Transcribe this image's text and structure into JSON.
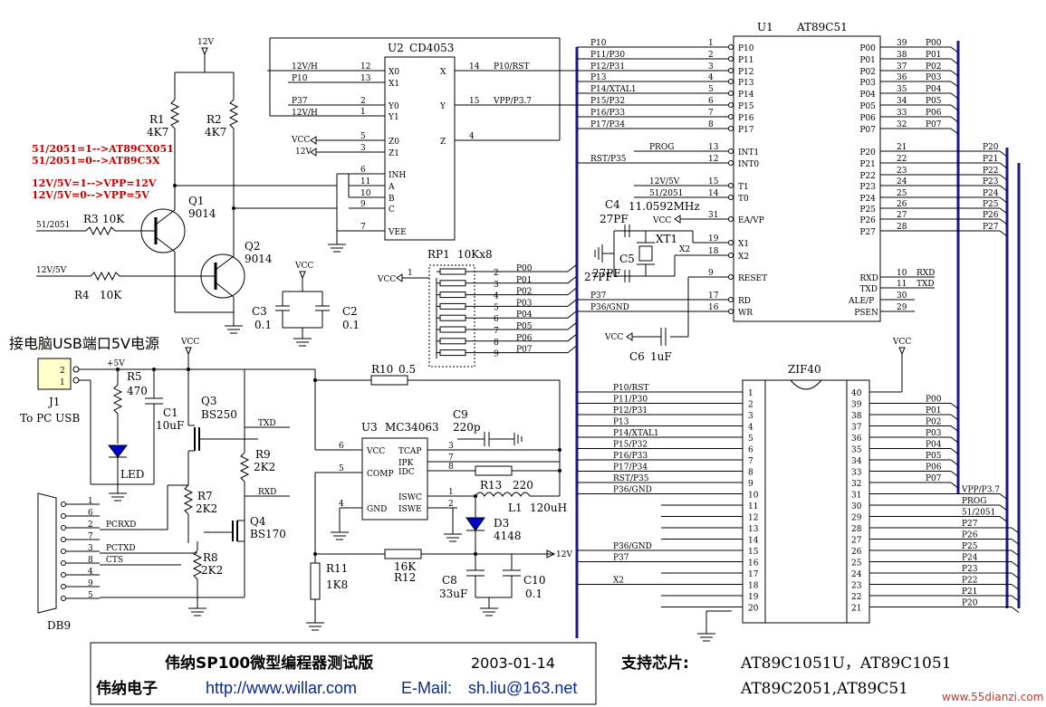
{
  "title": {
    "main": "伟纳SP100微型编程器测试版",
    "date": "2003-01-14",
    "company": "伟纳电子",
    "url": "http://www.willar.com",
    "email_label": "E-Mail:",
    "email": "sh.liu@163.net"
  },
  "support": {
    "label": "支持芯片:",
    "line1": "AT89C1051U，AT89C1051",
    "line2": "AT89C2051,AT89C51"
  },
  "watermark": "www.55dianzi.com",
  "notes": {
    "n1": "51/2051=1-->AT89CX051",
    "n2": "51/2051=0-->AT89C5X",
    "n3": "12V/5V=1-->VPP=12V",
    "n4": "12V/5V=0-->VPP=5V"
  },
  "usb": {
    "caption": "接电脑USB端口5V电源",
    "j1": "J1",
    "to_pc": "To PC USB",
    "pin2": "2",
    "pin1": "1"
  },
  "power": {
    "v12": "12V",
    "vcc": "VCC",
    "plus5": "+5V"
  },
  "parts": {
    "R1": "R1",
    "R1v": "4K7",
    "R2": "R2",
    "R2v": "4K7",
    "Q1": "Q1",
    "Q1v": "9014",
    "Q2": "Q2",
    "Q2v": "9014",
    "R3": "R3",
    "R3v": "10K",
    "R4": "R4",
    "R4v": "10K",
    "C3": "C3",
    "C3v": "0.1",
    "C2": "C2",
    "C2v": "0.1",
    "R5": "R5",
    "R5v": "470",
    "C1": "C1",
    "C1v": "10uF",
    "LED": "LED",
    "Q3": "Q3",
    "Q3v": "BS250",
    "R9": "R9",
    "R9v": "2K2",
    "R7": "R7",
    "R7v": "2K2",
    "R8": "R8",
    "R8v": "2K2",
    "Q4": "Q4",
    "Q4v": "BS170",
    "DB9": "DB9",
    "R10": "R10",
    "R10v": "0.5",
    "U3": "U3",
    "U3v": "MC34063",
    "C9": "C9",
    "C9v": "220p",
    "R13": "R13",
    "R13v": "220",
    "L1": "L1",
    "L1v": "120uH",
    "D3": "D3",
    "D3v": "4148",
    "R11": "R11",
    "R11v": "1K8",
    "R12": "R12",
    "R12v": "16K",
    "C8": "C8",
    "C8v": "33uF",
    "C10": "C10",
    "C10v": "0.1",
    "U2": "U2",
    "U2v": "CD4053",
    "RP1": "RP1",
    "RP1v": "10Kx8",
    "C4": "C4",
    "C4v": "27PF",
    "C5": "C5",
    "C5v": "27PF",
    "XT1": "XT1",
    "XTv": "11.0592MHz",
    "C6": "C6",
    "C6v": "1uF",
    "U1": "U1",
    "U1v": "AT89C51",
    "ZIF": "ZIF40"
  },
  "nets": {
    "v12h": "12V/H",
    "p10": "P10",
    "p37": "P37",
    "p10rst": "P10/RST",
    "vppp37": "VPP/P3.7",
    "s512051": "51/2051",
    "s12v5v": "12V/5V",
    "txd": "TXD",
    "rxd": "RXD",
    "pcrxd": "PCRXD",
    "pctxd": "PCTXD",
    "cts": "CTS",
    "p36gnd": "P36/GND",
    "prog": "PROG",
    "rstp35": "RST/P35",
    "x2": "X2",
    "plus12v": "+12V",
    "vpp": "VPP/P3.7"
  },
  "cd4053": {
    "left": [
      [
        "X0",
        "12"
      ],
      [
        "X1",
        "13"
      ],
      [
        "Y0",
        "2"
      ],
      [
        "Y1",
        "1"
      ],
      [
        "Z0",
        "5"
      ],
      [
        "Z1",
        "3"
      ],
      [
        "INH",
        "6"
      ],
      [
        "A",
        "11"
      ],
      [
        "B",
        "10"
      ],
      [
        "C",
        "9"
      ],
      [
        "VEE",
        "7"
      ]
    ],
    "right": [
      [
        "X",
        "14"
      ],
      [
        "Y",
        "15"
      ],
      [
        "Z",
        "4"
      ]
    ]
  },
  "mc34063": {
    "left": [
      [
        "VCC",
        "6"
      ],
      [
        "COMP",
        "5"
      ],
      [
        "GND",
        "4"
      ]
    ],
    "right": [
      [
        "TCAP",
        "3"
      ],
      [
        "IPK",
        "7"
      ],
      [
        "IDC",
        "8"
      ],
      [
        "ISWC",
        "1"
      ],
      [
        "ISWE",
        "2"
      ]
    ]
  },
  "at89c51": {
    "left": [
      [
        "P10",
        "1",
        "P10"
      ],
      [
        "P11",
        "2",
        "P11/P30"
      ],
      [
        "P12",
        "3",
        "P12/P31"
      ],
      [
        "P13",
        "4",
        "P13"
      ],
      [
        "P14",
        "5",
        "P14/XTAL1"
      ],
      [
        "P15",
        "6",
        "P15/P32"
      ],
      [
        "P16",
        "7",
        "P16/P33"
      ],
      [
        "P17",
        "8",
        "P17/P34"
      ],
      [
        "INT1",
        "13",
        "PROG"
      ],
      [
        "INT0",
        "12",
        "RST/P35"
      ],
      [
        "T1",
        "15",
        "12V/5V"
      ],
      [
        "T0",
        "14",
        "51/2051"
      ],
      [
        "EA/VP",
        "31",
        "VCC"
      ],
      [
        "X1",
        "19",
        ""
      ],
      [
        "X2",
        "18",
        "X2"
      ],
      [
        "RESET",
        "9",
        ""
      ],
      [
        "RD",
        "17",
        "P37"
      ],
      [
        "WR",
        "16",
        "P36/GND"
      ]
    ],
    "right": [
      [
        "P00",
        "39",
        "P00"
      ],
      [
        "P01",
        "38",
        "P01"
      ],
      [
        "P02",
        "37",
        "P02"
      ],
      [
        "P03",
        "36",
        "P03"
      ],
      [
        "P04",
        "35",
        "P04"
      ],
      [
        "P05",
        "34",
        "P05"
      ],
      [
        "P06",
        "33",
        "P06"
      ],
      [
        "P07",
        "32",
        "P07"
      ],
      [
        "P20",
        "21",
        "P20"
      ],
      [
        "P21",
        "22",
        "P21"
      ],
      [
        "P22",
        "23",
        "P22"
      ],
      [
        "P23",
        "24",
        "P23"
      ],
      [
        "P24",
        "25",
        "P24"
      ],
      [
        "P25",
        "26",
        "P25"
      ],
      [
        "P26",
        "27",
        "P26"
      ],
      [
        "P27",
        "28",
        "P27"
      ],
      [
        "RXD",
        "10",
        "RXD"
      ],
      [
        "TXD",
        "11",
        "TXD"
      ],
      [
        "ALE/P",
        "30",
        ""
      ],
      [
        "PSEN",
        "29",
        ""
      ]
    ]
  },
  "zif40": {
    "left": [
      [
        "1",
        "P10/RST"
      ],
      [
        "2",
        "P11/P30"
      ],
      [
        "3",
        "P12/P31"
      ],
      [
        "4",
        "P13"
      ],
      [
        "5",
        "P14/XTAL1"
      ],
      [
        "6",
        "P15/P32"
      ],
      [
        "7",
        "P16/P33"
      ],
      [
        "8",
        "P17/P34"
      ],
      [
        "9",
        "RST/P35"
      ],
      [
        "10",
        "P36/GND"
      ],
      [
        "11",
        ""
      ],
      [
        "12",
        ""
      ],
      [
        "13",
        ""
      ],
      [
        "14",
        ""
      ],
      [
        "15",
        "P36/GND"
      ],
      [
        "16",
        "P37"
      ],
      [
        "17",
        ""
      ],
      [
        "18",
        "X2"
      ],
      [
        "19",
        ""
      ],
      [
        "20",
        ""
      ]
    ],
    "right": [
      [
        "40",
        ""
      ],
      [
        "39",
        "P00"
      ],
      [
        "38",
        "P01"
      ],
      [
        "37",
        "P02"
      ],
      [
        "36",
        "P03"
      ],
      [
        "35",
        "P04"
      ],
      [
        "34",
        "P05"
      ],
      [
        "33",
        "P06"
      ],
      [
        "32",
        "P07"
      ],
      [
        "31",
        "VPP/P3.7"
      ],
      [
        "30",
        "PROG"
      ],
      [
        "29",
        "51/2051"
      ],
      [
        "28",
        "P27"
      ],
      [
        "27",
        "P26"
      ],
      [
        "26",
        "P25"
      ],
      [
        "25",
        "P24"
      ],
      [
        "24",
        "P23"
      ],
      [
        "23",
        "P22"
      ],
      [
        "22",
        "P21"
      ],
      [
        "21",
        "P20"
      ]
    ]
  },
  "rp1": {
    "pins": [
      [
        "2",
        "P00"
      ],
      [
        "3",
        "P01"
      ],
      [
        "4",
        "P02"
      ],
      [
        "5",
        "P03"
      ],
      [
        "6",
        "P04"
      ],
      [
        "7",
        "P05"
      ],
      [
        "8",
        "P06"
      ],
      [
        "9",
        "P07"
      ]
    ],
    "common_pin": "1"
  },
  "db9": {
    "pins": [
      "1",
      "6",
      "2",
      "7",
      "3",
      "8",
      "4",
      "9",
      "5"
    ]
  }
}
